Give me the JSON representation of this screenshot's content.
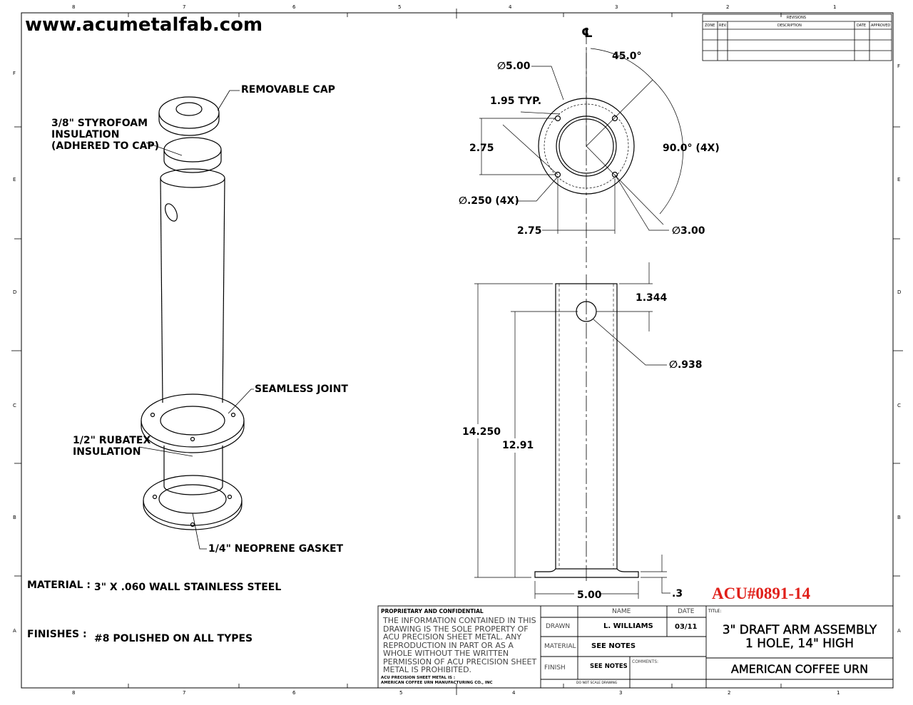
{
  "website": "www.acumetalfab.com",
  "zones_horizontal": [
    "8",
    "7",
    "6",
    "5",
    "4",
    "3",
    "2",
    "1"
  ],
  "zones_vertical": [
    "F",
    "E",
    "D",
    "C",
    "B",
    "A"
  ],
  "revision_table": {
    "title": "REVISIONS",
    "headers": [
      "ZONE",
      "REV.",
      "DESCRIPTION",
      "DATE",
      "APPROVED"
    ]
  },
  "callouts": {
    "removable_cap": "REMOVABLE CAP",
    "styrofoam": [
      "3/8\" STYROFOAM",
      "INSULATION",
      "(ADHERED TO CAP)"
    ],
    "seamless_joint": "SEAMLESS JOINT",
    "rubatex": [
      "1/2\" RUBATEX",
      "INSULATION"
    ],
    "gasket": "1/4\" NEOPRENE GASKET"
  },
  "notes": {
    "material_label": "MATERIAL :",
    "material_value": "3\" X .060 WALL STAINLESS STEEL",
    "finishes_label": "FINISHES :",
    "finishes_value": "#8 POLISHED ON ALL TYPES"
  },
  "dimensions": {
    "centerline": "℄",
    "angle45": "45.0°",
    "dia500": "∅5.00",
    "typ195": "1.95 TYP.",
    "v275": "2.75",
    "angle90": "90.0° (4X)",
    "dia250": "∅.250 (4X)",
    "h275": "2.75",
    "dia300": "∅3.00",
    "d1344": "1.344",
    "dia938": "∅.938",
    "d14250": "14.250",
    "d1291": "12.91",
    "w500": "5.00",
    "t3": ".3"
  },
  "part_number": "ACU#0891-14",
  "part_number_color": "#e0201a",
  "title_block": {
    "proprietary_title": "PROPRIETARY AND CONFIDENTIAL",
    "proprietary_text": "THE INFORMATION CONTAINED IN THIS DRAWING IS THE SOLE PROPERTY OF ACU PRECISION SHEET METAL.  ANY REPRODUCTION IN PART OR AS A WHOLE WITHOUT THE WRITTEN PERMISSION OF ACU PRECISION SHEET METAL IS PROHIBITED.",
    "company_line1": "ACU PRECISION SHEET METAL IS :",
    "company_line2": "AMERICAN COFFEE URN MANUFACTURING CO., INC",
    "name_header": "NAME",
    "date_header": "DATE",
    "drawn_label": "DRAWN",
    "drawn_name": "L. WILLIAMS",
    "drawn_date": "03/11",
    "material_label": "MATERIAL",
    "material_value": "SEE NOTES",
    "finish_label": "FINISH",
    "finish_value": "SEE NOTES",
    "comments_label": "COMMENTS:",
    "do_not_scale": "DO NOT SCALE DRAWING",
    "title_label": "TITLE:",
    "title_line1": "3\" DRAFT ARM ASSEMBLY",
    "title_line2": "1 HOLE, 14\" HIGH",
    "customer": "AMERICAN COFFEE URN"
  }
}
